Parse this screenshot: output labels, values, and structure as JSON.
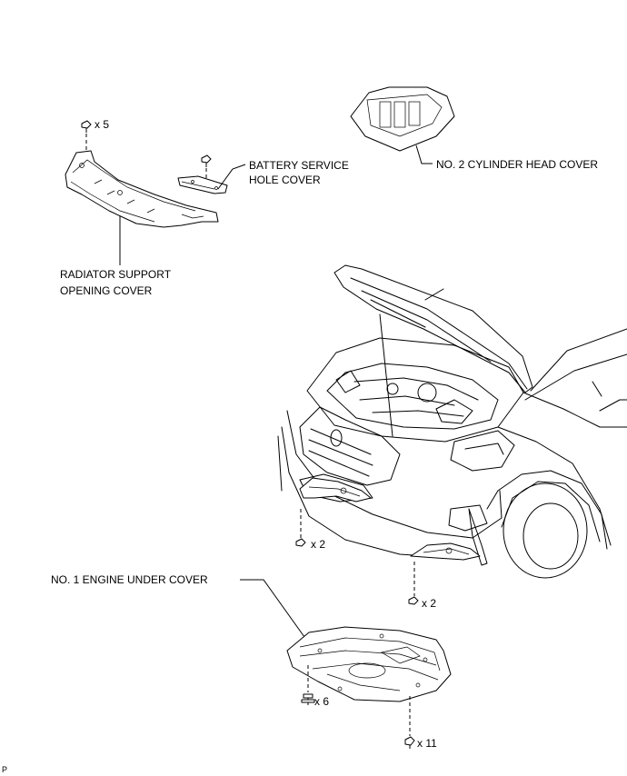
{
  "labels": {
    "radiator_cover_line1": "RADIATOR SUPPORT",
    "radiator_cover_line2": "OPENING COVER",
    "battery_cover_line1": "BATTERY SERVICE",
    "battery_cover_line2": "HOLE COVER",
    "cylinder_head_cover": "NO. 2 CYLINDER HEAD COVER",
    "engine_under_cover": "NO. 1 ENGINE UNDER COVER"
  },
  "quantities": {
    "radiator_clips": "x 5",
    "left_under_clips": "x 2",
    "right_under_clips": "x 2",
    "under_cover_bolts": "x 6",
    "under_cover_clips": "x 11"
  },
  "footer_mark": "P"
}
